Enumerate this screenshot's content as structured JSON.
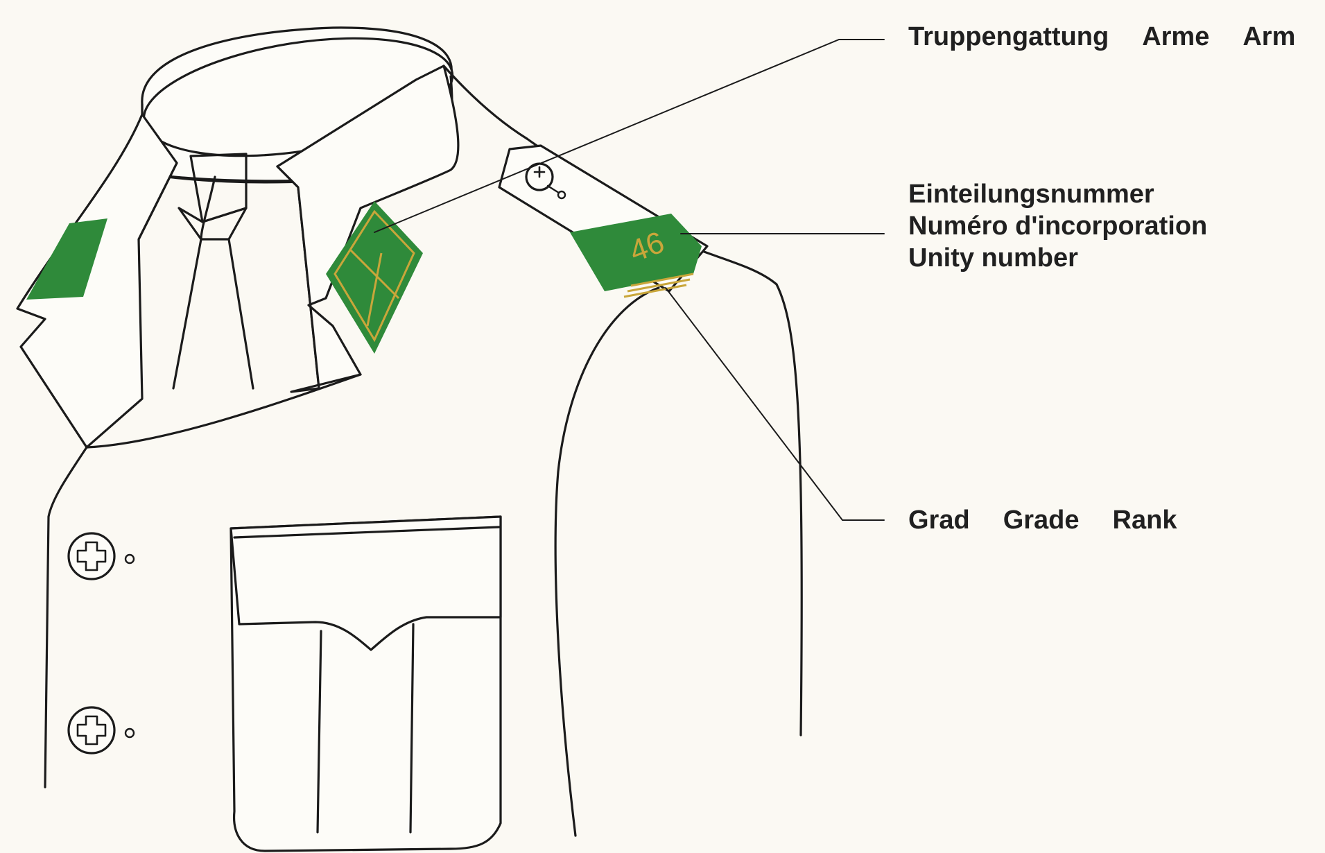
{
  "labels": {
    "branch": {
      "de": "Truppengattung",
      "fr": "Arme",
      "en": "Arm"
    },
    "unit": {
      "de": "Einteilungsnummer",
      "fr": "Numéro d'incorporation",
      "en": "Unity number"
    },
    "rank": {
      "de": "Grad",
      "fr": "Grade",
      "en": "Rank"
    }
  },
  "shoulder_number": "46",
  "colors": {
    "insignia_green": "#2f8a3a",
    "insignia_gold": "#c9a63a",
    "ink": "#1b1b1b",
    "paper": "#fbf9f3"
  }
}
